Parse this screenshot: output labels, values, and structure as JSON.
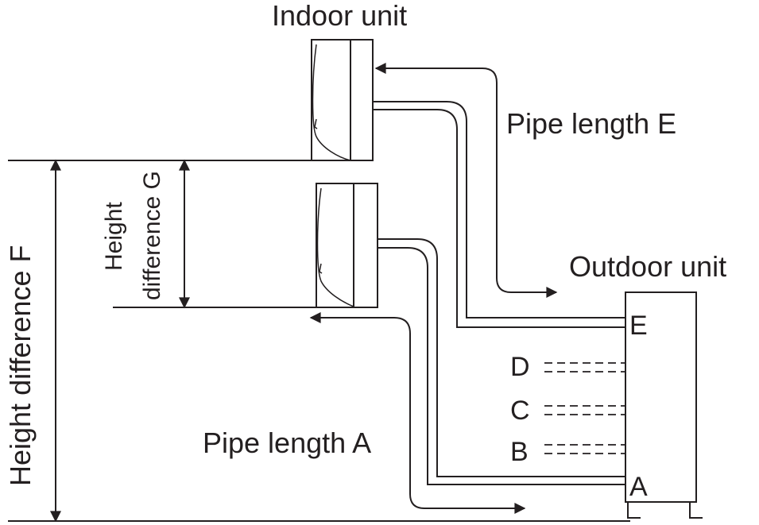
{
  "labels": {
    "indoor_unit": "Indoor unit",
    "outdoor_unit": "Outdoor unit",
    "pipe_length_e": "Pipe length E",
    "pipe_length_a": "Pipe length A",
    "height_difference_f": "Height difference F",
    "height_difference_g_line1": "Height",
    "height_difference_g_line2": "difference G"
  },
  "ports": [
    "E",
    "D",
    "C",
    "B",
    "A"
  ],
  "colors": {
    "ink": "#231f20",
    "background": "#ffffff"
  }
}
